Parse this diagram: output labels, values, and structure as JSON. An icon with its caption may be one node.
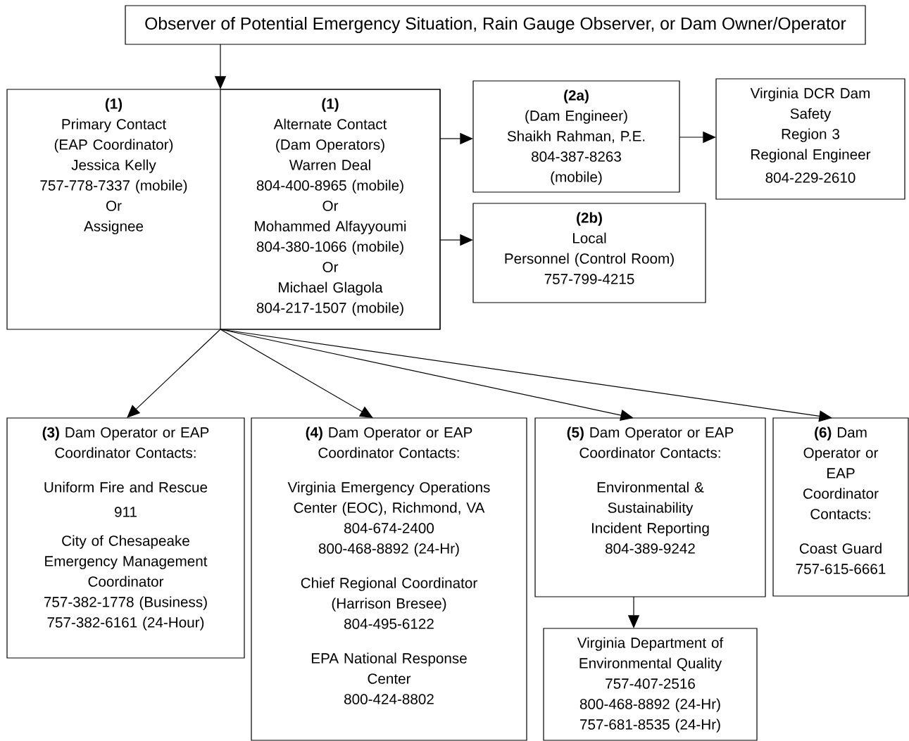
{
  "diagram": {
    "nodes": [
      {
        "text": [
          "Observer of Potential Emergency Situation, Rain Gauge Observer, or Dam Owner/Operator"
        ]
      },
      {
        "text": [],
        "shape": "box"
      },
      {
        "text": [
          "(1)",
          "Primary Contact",
          "(EAP Coordinator)",
          "Jessica Kelly",
          "757-778-7337 (mobile)",
          "Or",
          "Assignee"
        ],
        "in": 1
      },
      {
        "text": [
          "(1)",
          "Alternate Contact",
          "(Dam Operators)",
          "Warren Deal",
          "804-400-8965 (mobile)",
          "Or",
          "Mohammed Alfayyoumi",
          "804-380-1066 (mobile)",
          "Or",
          "Michael Glagola",
          "804-217-1507 (mobile)"
        ],
        "in": 1
      },
      {
        "text": [
          "(2a)",
          "(Dam Engineer)",
          "Shaikh Rahman, P.E.",
          "804-387-8263",
          "(mobile)"
        ]
      },
      {
        "text": [
          "Virginia DCR Dam",
          "Safety",
          "Region 3",
          "Regional Engineer",
          "804-229-2610"
        ]
      },
      {
        "text": [
          "(2b)",
          "Local",
          "Personnel (Control Room)",
          "757-799-4215"
        ]
      },
      {
        "text": [
          "**(3)** Dam Operator or EAP",
          "Coordinator Contacts:",
          "Uniform Fire and Rescue",
          "911",
          "City of Chesapeake",
          "Emergency Management",
          "Coordinator",
          "757-382-1778 (Business)",
          "757-382-6161 (24-Hour)"
        ]
      },
      {
        "text": [
          "**(4)** Dam Operator or EAP",
          "Coordinator Contacts:",
          "Virginia Emergency Operations",
          "Center (EOC), Richmond, VA",
          "804-674-2400",
          "800-468-8892 (24-Hr)",
          "Chief Regional Coordinator",
          "(Harrison Bresee)",
          "804-495-6122",
          "EPA National Response",
          "Center",
          "800-424-8802"
        ]
      },
      {
        "text": [
          "**(5)** Dam Operator or EAP",
          "Coordinator Contacts:",
          "Environmental &",
          "Sustainability",
          "Incident Reporting",
          "804-389-9242"
        ]
      },
      {
        "text": [
          "**(6)** Dam",
          "Operator or",
          "EAP",
          "Coordinator",
          "Contacts:",
          "Coast Guard",
          "757-615-6661"
        ]
      },
      {
        "text": [
          "Virginia Department of",
          "Environmental Quality",
          "757-407-2516",
          "800-468-8892 (24-Hr)",
          "757-681-8535 (24-Hr)"
        ]
      }
    ],
    "edges": [
      {
        "from": 0,
        "to": 1,
        "arrow": "to"
      },
      {
        "from": 3,
        "to": 4,
        "arrow": "to"
      },
      {
        "from": 4,
        "to": 5,
        "arrow": "to"
      },
      {
        "from": 3,
        "to": 6,
        "arrow": "to"
      },
      {
        "from": 1,
        "to": 7,
        "arrow": "to"
      },
      {
        "from": 1,
        "to": 8,
        "arrow": "to"
      },
      {
        "from": 1,
        "to": 9,
        "arrow": "to"
      },
      {
        "from": 1,
        "to": 10,
        "arrow": "to"
      },
      {
        "from": 9,
        "to": 11,
        "arrow": "to"
      }
    ]
  }
}
